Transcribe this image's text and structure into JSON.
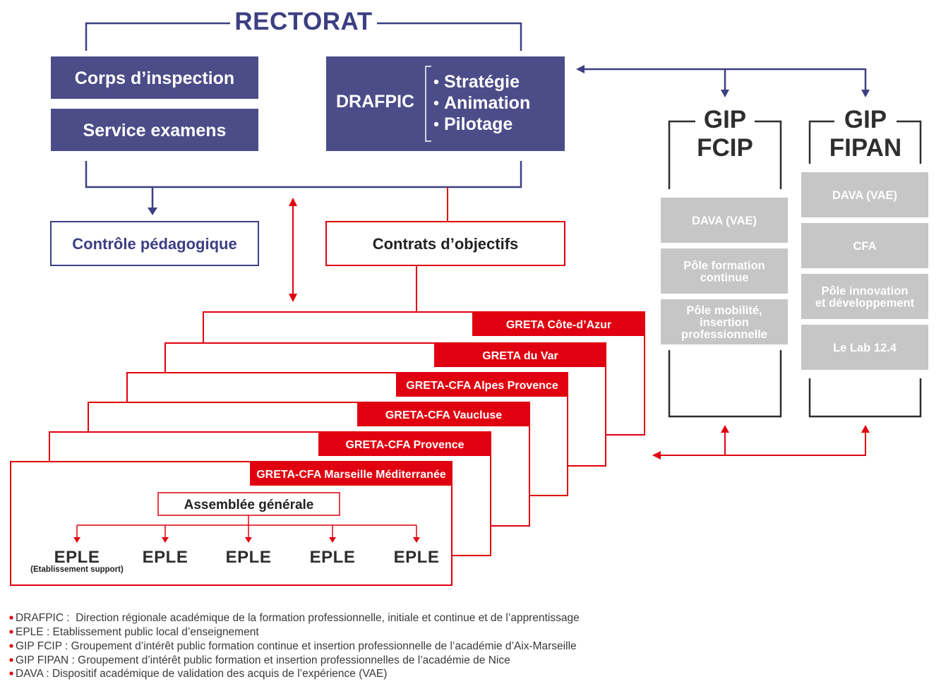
{
  "colors": {
    "navy_line": "#3c3f82",
    "navy_box": "#4b4c88",
    "red": "#e1000f",
    "gray_box": "#c6c6c6",
    "dark_text": "#222222",
    "gray_title": "#2e2e2e",
    "legend_text": "#3a3a3a"
  },
  "rectorat": {
    "title": "RECTORAT",
    "corps_inspection": "Corps d’inspection",
    "service_examens": "Service examens",
    "drafpic": {
      "label": "DRAFPIC",
      "items": [
        "Stratégie",
        "Animation",
        "Pilotage"
      ]
    },
    "controle_pedagogique": "Contrôle pédagogique",
    "contrats_objectifs": "Contrats d’objectifs"
  },
  "gretas": {
    "labels": [
      "GRETA Côte-d’Azur",
      "GRETA du Var",
      "GRETA-CFA Alpes Provence",
      "GRETA-CFA Vaucluse",
      "GRETA-CFA Provence",
      "GRETA-CFA Marseille Méditerranée"
    ],
    "assemblee": "Assemblée générale",
    "eple": [
      "EPLE",
      "EPLE",
      "EPLE",
      "EPLE",
      "EPLE"
    ],
    "eple_support_note": "(Etablissement support)"
  },
  "gip_fcip": {
    "title": [
      "GIP",
      "FCIP"
    ],
    "boxes": [
      [
        "DAVA (VAE)"
      ],
      [
        "Pôle formation",
        "continue"
      ],
      [
        "Pôle mobilité,",
        "insertion",
        "professionnelle"
      ]
    ]
  },
  "gip_fipan": {
    "title": [
      "GIP",
      "FIPAN"
    ],
    "boxes": [
      [
        "DAVA (VAE)"
      ],
      [
        "CFA"
      ],
      [
        "Pôle innovation",
        "et développement"
      ],
      [
        "Le Lab 12.4"
      ]
    ]
  },
  "legend": [
    "DRAFPIC :  Direction régionale académique de la formation professionnelle, initiale et continue et de l’apprentissage",
    "EPLE : Etablissement public local d’enseignement",
    "GIP FCIP : Groupement d’intérêt public formation continue et insertion professionnelle de l’académie d’Aix-Marseille",
    "GIP FIPAN : Groupement d’intérêt public formation et insertion professionnelles de l’académie de Nice",
    "DAVA : Dispositif académique de validation des acquis de l’expérience (VAE)"
  ]
}
